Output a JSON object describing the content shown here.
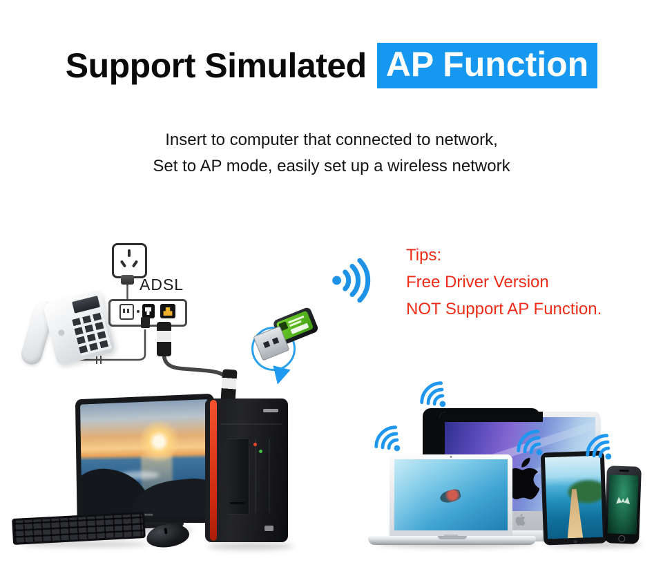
{
  "title": {
    "prefix": "Support Simulated",
    "highlight": "AP Function"
  },
  "subtitle": {
    "line1": "Insert to computer that connected to network,",
    "line2": "Set to AP mode, easily set up a wireless network"
  },
  "network_diagram": {
    "modem_label": "ADSL"
  },
  "tips": {
    "heading": "Tips:",
    "lines": [
      "Free Driver Version",
      "NOT Support AP Function."
    ]
  },
  "colors": {
    "highlight_background": "#1697f0",
    "wifi_signal_blue": "#1f97ef",
    "tips_red": "#ee2d18",
    "tower_accent_red": "#e8391f"
  },
  "icons": {
    "wifi": "wifi-signal-icon",
    "apple_logo": "apple-logo-icon",
    "power_socket": "power-socket-icon",
    "usb_adapter": "usb-wifi-adapter",
    "down_arrow": "down-arrow-icon"
  }
}
